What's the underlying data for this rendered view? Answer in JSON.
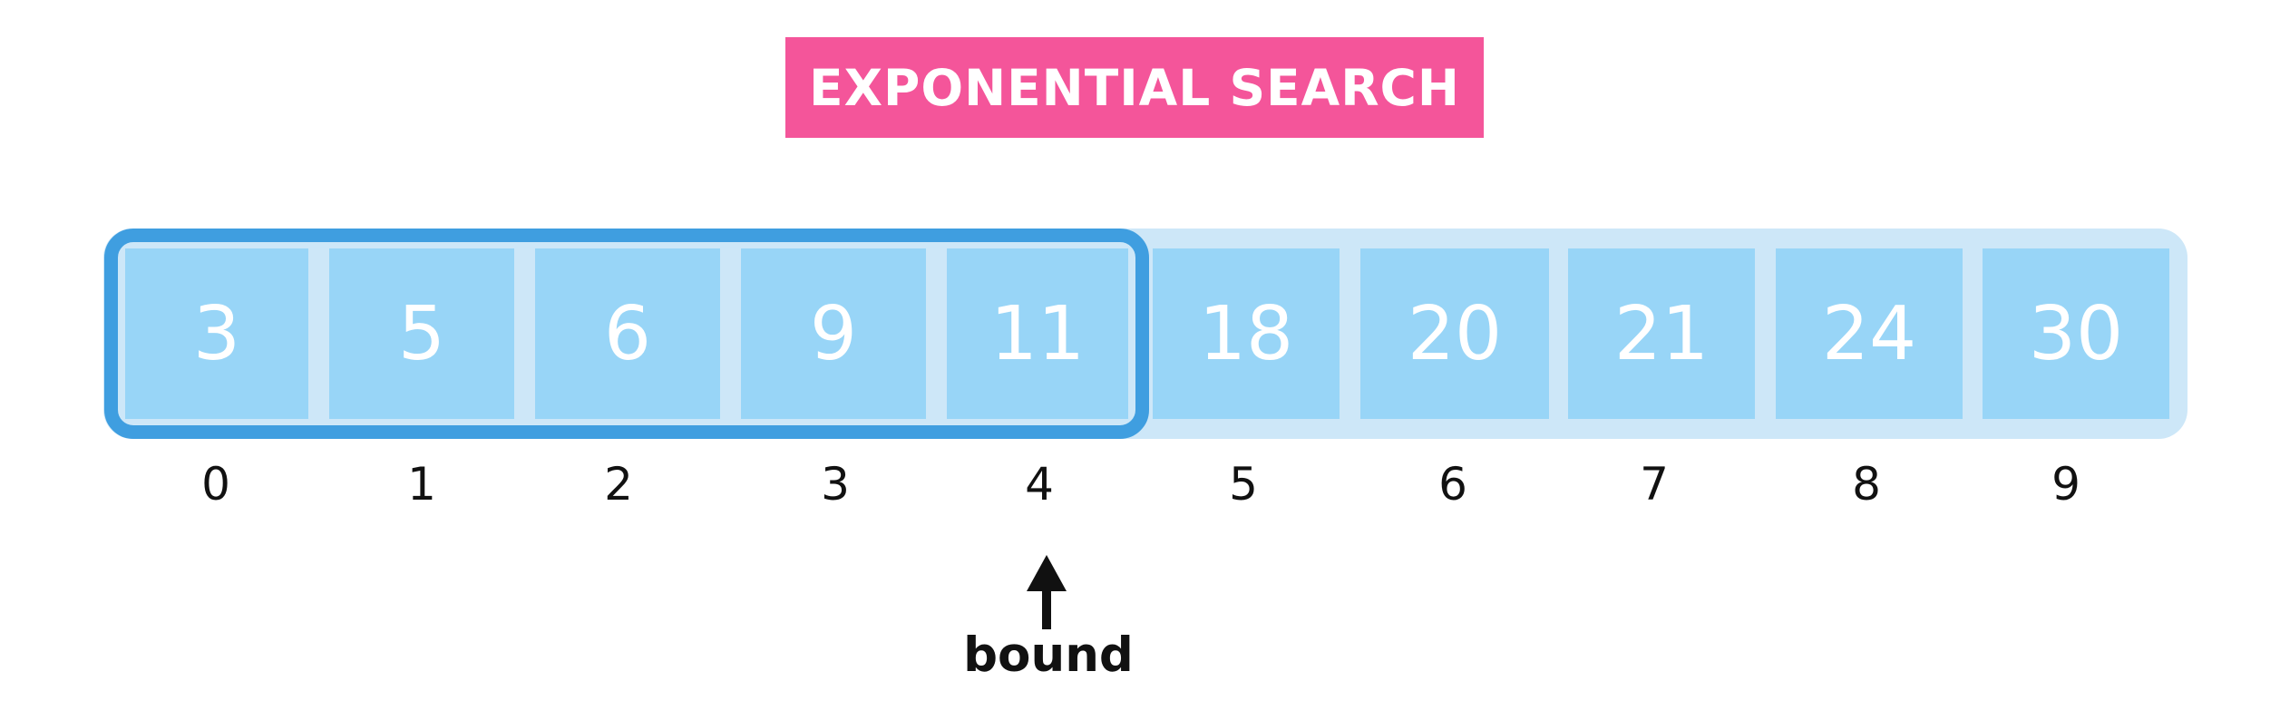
{
  "title": "EXPONENTIAL SEARCH",
  "array": {
    "values": [
      "3",
      "5",
      "6",
      "9",
      "11",
      "18",
      "20",
      "21",
      "24",
      "30"
    ],
    "indices": [
      "0",
      "1",
      "2",
      "3",
      "4",
      "5",
      "6",
      "7",
      "8",
      "9"
    ],
    "highlighted_range": [
      0,
      4
    ]
  },
  "pointer": {
    "label": "bound",
    "index": 4
  },
  "colors": {
    "title_bg": "#f4559a",
    "cell": "#98d5f7",
    "frame": "#cde7f8",
    "highlight_border": "#3f9ee0"
  }
}
